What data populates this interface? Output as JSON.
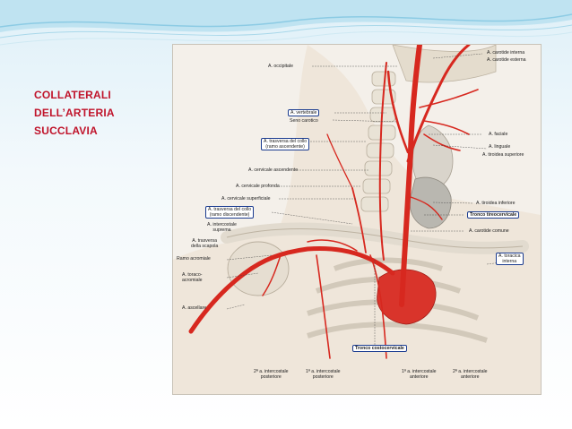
{
  "title_lines": [
    "COLLATERALI",
    "DELL’ARTERIA",
    "SUCCLAVIA"
  ],
  "labels": {
    "occipitale": "A. occipitale",
    "carotide_interna": "A. carotide interna",
    "carotide_esterna": "A. carotide esterna",
    "vertebrale": "A. vertebrale",
    "seno_carotico": "Seno carotico",
    "trasversa_collo_asc_1": "A. trasversa del collo",
    "trasversa_collo_asc_2": "(ramo ascendente)",
    "faciale": "A. faciale",
    "linguale": "A. linguale",
    "tiroidea_superiore": "A. tiroidea superiore",
    "cervicale_ascendente": "A. cervicale ascendente",
    "cervicale_profonda": "A. cervicale profonda",
    "cervicale_superficiale": "A. cervicale superficiale",
    "tiroidea_inferiore": "A. tiroidea inferiore",
    "trasversa_collo_disc_1": "A. trasversa del collo",
    "trasversa_collo_disc_2": "(ramo discendente)",
    "tronco_tireocervicale": "Tronco tireocervicale",
    "intercostale_suprema_1": "A. intercostale",
    "intercostale_suprema_2": "suprema",
    "carotide_comune": "A. carotide comune",
    "trasversa_scapola_1": "A. trasversa",
    "trasversa_scapola_2": "della scapola",
    "ramo_acromiale": "Ramo acromiale",
    "toracica_interna_1": "A. toracica",
    "toracica_interna_2": "interna",
    "toraco_acromiale_1": "A. toraco-",
    "toraco_acromiale_2": "acromiale",
    "ascellare": "A. ascellare",
    "tronco_costocervicale": "Tronco costocervicale",
    "int_post_2_1": "2ª a. intercostale",
    "int_post_2_2": "posteriore",
    "int_post_1_1": "1ª a. intercostale",
    "int_post_1_2": "posteriore",
    "int_ant_1_1": "1ª a. intercostale",
    "int_ant_1_2": "anteriore",
    "int_ant_2_1": "2ª a. intercostale",
    "int_ant_2_2": "anteriore"
  }
}
